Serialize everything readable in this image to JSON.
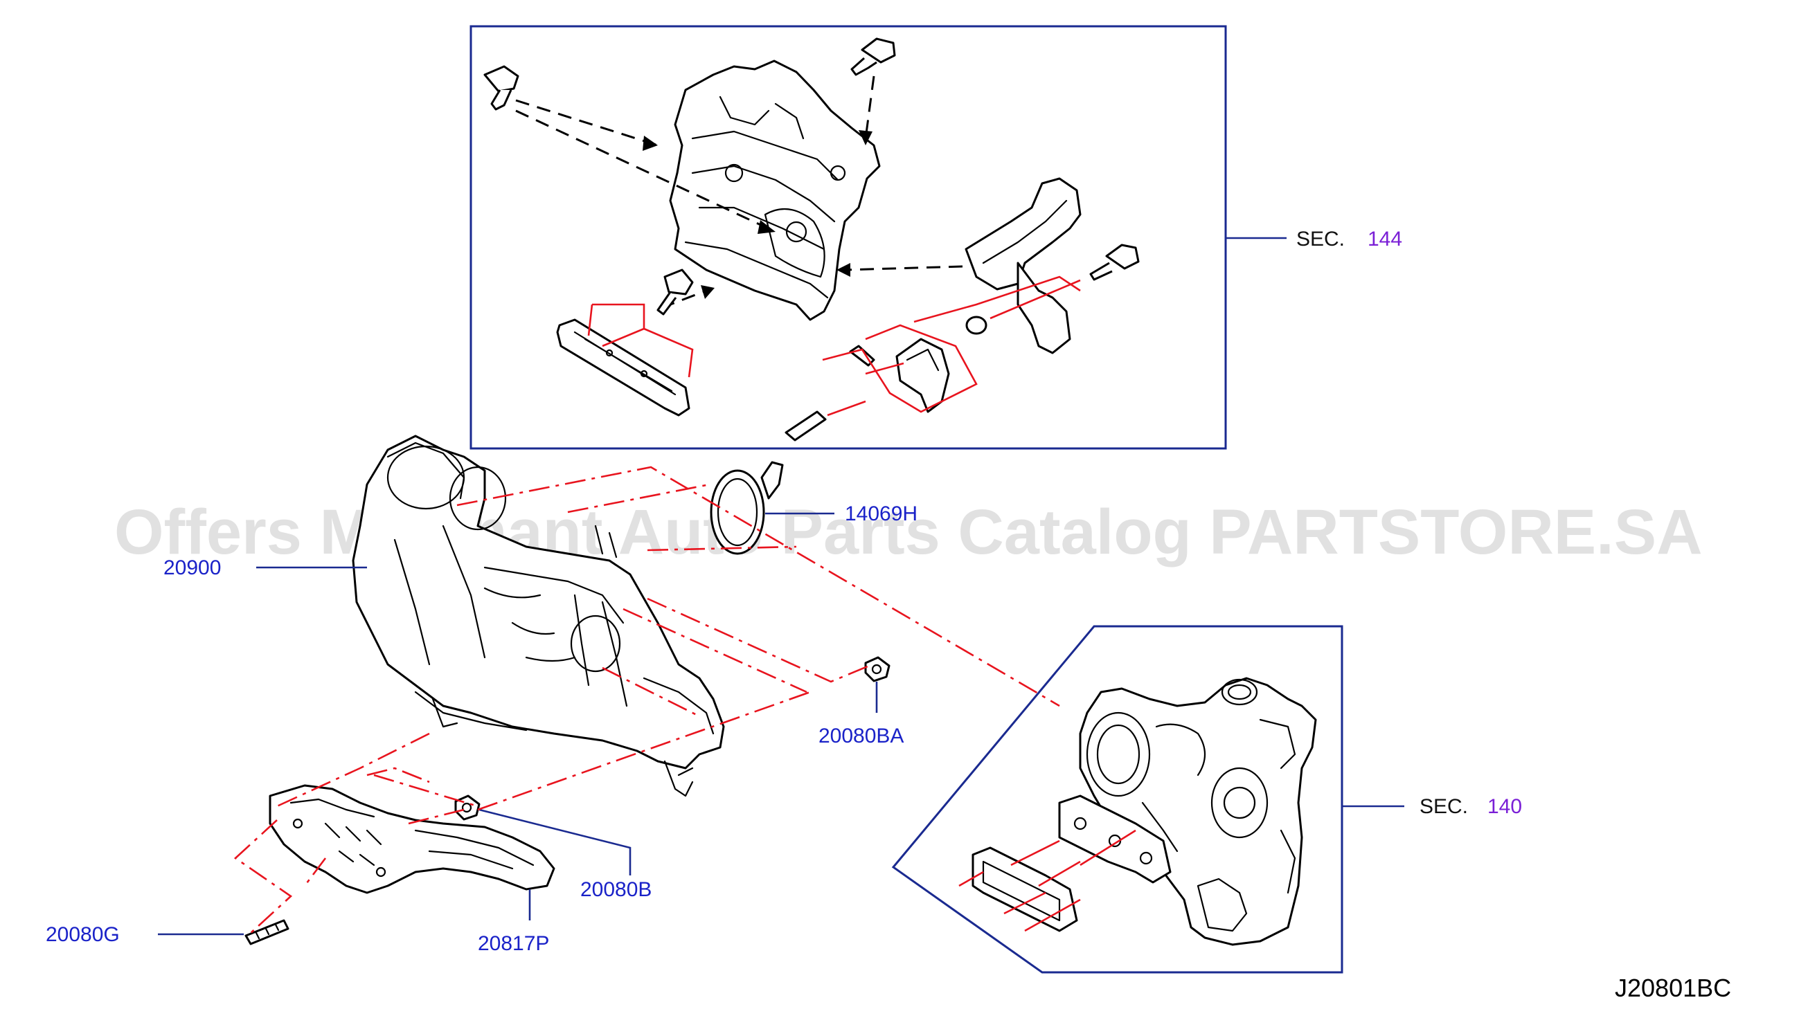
{
  "watermark": "Offers Merchant Auto Parts Catalog PARTSTORE.SA",
  "diagram_code": "J20801BC",
  "sections": [
    {
      "prefix": "SEC.",
      "number": "144"
    },
    {
      "prefix": "SEC.",
      "number": "140"
    }
  ],
  "part_labels": {
    "p20900": "20900",
    "p14069": "14069H",
    "p20080BA": "20080BA",
    "p20080B": "20080B",
    "p20817P": "20817P",
    "p20080G": "20080G"
  },
  "colors": {
    "label_blue": "#1a22c8",
    "section_number_purple": "#7a1fd6",
    "leader_navy": "#1a2a90",
    "red_lines": "#e8141e"
  }
}
